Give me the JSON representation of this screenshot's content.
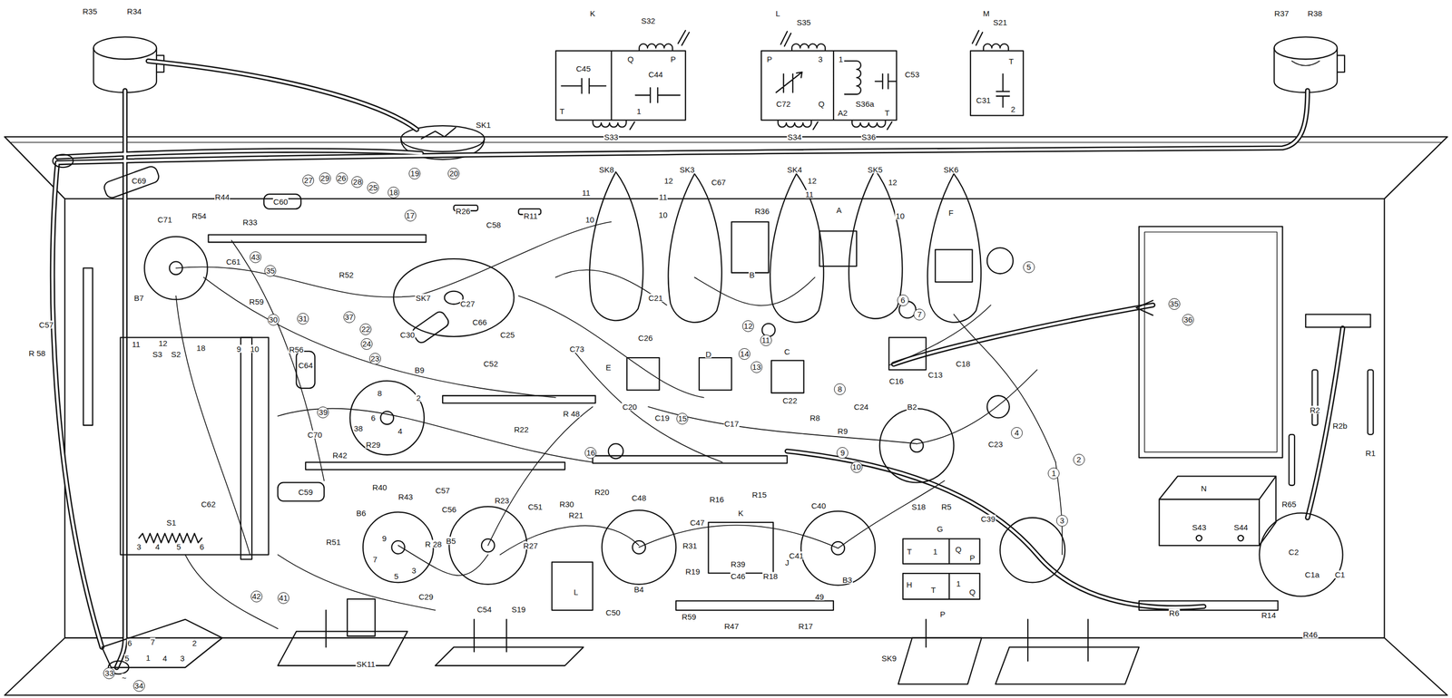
{
  "diagram": {
    "nodes": [
      {
        "text": [
          "K",
          "S32",
          "Q",
          "P",
          "C45",
          "C44",
          "T",
          "1",
          "S33"
        ]
      },
      {
        "text": [
          "L",
          "S35",
          "P",
          "3",
          "1",
          "C72",
          "C53",
          "Q",
          "A2",
          "S36a",
          "T",
          "S34",
          "S36"
        ]
      },
      {
        "text": [
          "M",
          "S21",
          "T",
          "C31",
          "2"
        ]
      },
      {
        "text": [
          "N",
          "S43",
          "S44"
        ]
      },
      {
        "text": [
          "G",
          "T",
          "1",
          "Q",
          "P"
        ]
      },
      {
        "text": [
          "H",
          "T",
          "1",
          "Q",
          "P"
        ]
      }
    ],
    "labels": [
      "R35",
      "R34",
      "R37",
      "R38",
      "SK1",
      "19",
      "20",
      "SK8",
      "SK3",
      "SK4",
      "SK5",
      "SK6",
      "27",
      "29",
      "26",
      "28",
      "25",
      "18",
      "17",
      "R26",
      "C58",
      "R11",
      "C60",
      "C69",
      "R44",
      "R54",
      "R33",
      "C71",
      "B7",
      "C57",
      "R 58",
      "S3",
      "S2",
      "11",
      "12",
      "18",
      "9",
      "10",
      "C61",
      "43",
      "35",
      "R52",
      "SK7",
      "C27",
      "C66",
      "C25",
      "C52",
      "C30",
      "R59",
      "30",
      "31",
      "37",
      "22",
      "24",
      "23",
      "R56",
      "C64",
      "B9",
      "39",
      "C70",
      "38",
      "R42",
      "R29",
      "C73",
      "C21",
      "C26",
      "E",
      "D",
      "C",
      "C22",
      "C20",
      "C19",
      "15",
      "C17",
      "C67",
      "R36",
      "B",
      "A",
      "F",
      "5",
      "6",
      "7",
      "12",
      "11",
      "14",
      "13",
      "8",
      "R8",
      "R9",
      "9",
      "10",
      "C24",
      "C16",
      "C13",
      "C18",
      "B2",
      "C23",
      "4",
      "2",
      "1",
      "S18",
      "R5",
      "C39",
      "35",
      "36",
      "3",
      "16",
      "R 48",
      "R22",
      "R20",
      "R30",
      "R21",
      "C48",
      "R16",
      "R15",
      "C40",
      "C47",
      "C51",
      "C57",
      "C56",
      "R23",
      "R27",
      "B5",
      "B6",
      "R43",
      "R40",
      "C59",
      "R51",
      "C62",
      "S1",
      "R 28",
      "C29",
      "C54",
      "S19",
      "B4",
      "C50",
      "L",
      "R31",
      "R19",
      "R39",
      "C46",
      "R18",
      "J",
      "K",
      "R59",
      "R47",
      "R17",
      "49",
      "C41",
      "B3",
      "SK9",
      "R2",
      "R2b",
      "R1",
      "R65",
      "C2",
      "C1a",
      "C1",
      "R6",
      "R14",
      "R46",
      "SK11",
      "42",
      "41",
      "33",
      "34",
      "~",
      "6",
      "5",
      "7",
      "2",
      "1",
      "4",
      "3",
      "3",
      "4",
      "5",
      "6",
      "12",
      "11",
      "10",
      "12",
      "11",
      "12",
      "10",
      "11",
      "10",
      "8",
      "2",
      "6",
      "4",
      "9",
      "7",
      "5",
      "3"
    ]
  }
}
